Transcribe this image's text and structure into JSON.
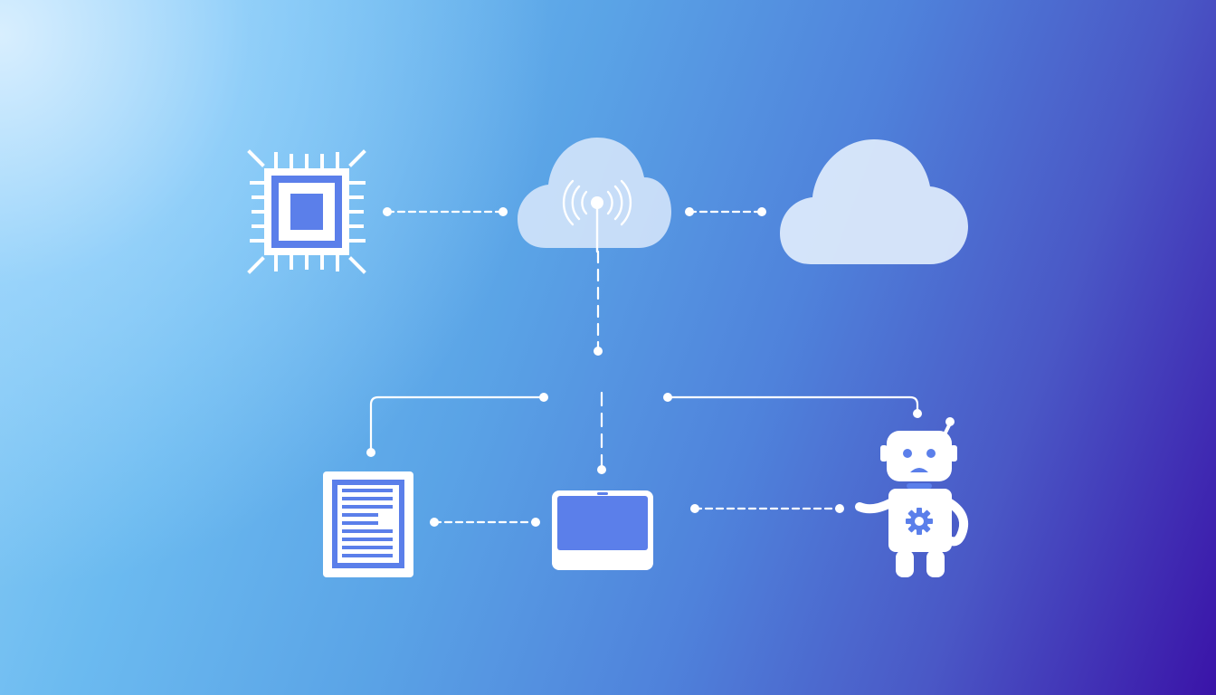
{
  "diagram": {
    "nodes": [
      {
        "id": "chip",
        "icon": "cpu-chip-icon"
      },
      {
        "id": "cloud-signal",
        "icon": "cloud-signal-icon"
      },
      {
        "id": "cloud",
        "icon": "cloud-icon"
      },
      {
        "id": "document",
        "icon": "document-icon"
      },
      {
        "id": "tablet",
        "icon": "tablet-icon"
      },
      {
        "id": "robot",
        "icon": "robot-icon"
      }
    ],
    "connections": [
      {
        "from": "chip",
        "to": "cloud-signal",
        "style": "dashed"
      },
      {
        "from": "cloud-signal",
        "to": "cloud",
        "style": "dashed"
      },
      {
        "from": "cloud-signal",
        "to": "tablet",
        "style": "dashed"
      },
      {
        "from": "hub",
        "to": "document",
        "style": "solid"
      },
      {
        "from": "hub",
        "to": "robot",
        "style": "solid"
      },
      {
        "from": "document",
        "to": "tablet",
        "style": "dashed"
      },
      {
        "from": "tablet",
        "to": "robot",
        "style": "dashed"
      }
    ],
    "colors": {
      "icon_fill": "#ffffff",
      "icon_accent": "#5b7fea",
      "cloud_fill": "#dbe9fb",
      "line": "#ffffff"
    }
  }
}
